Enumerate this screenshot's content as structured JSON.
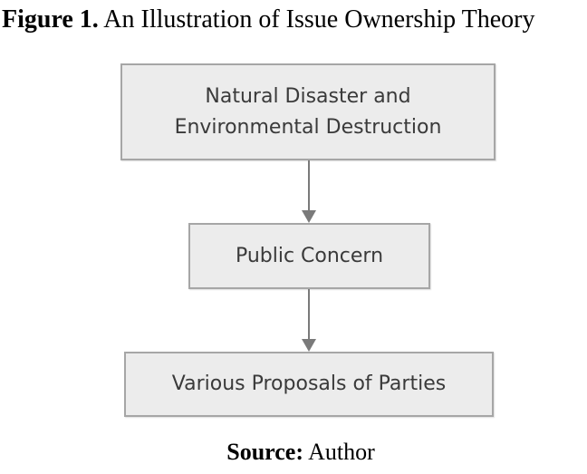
{
  "figure": {
    "caption_label": "Figure 1.",
    "caption_text": " An Illustration of Issue Ownership Theory"
  },
  "diagram": {
    "type": "flowchart",
    "direction": "top-down",
    "nodes": [
      {
        "id": "natural-disaster",
        "label": "Natural Disaster and Environmental Destruction"
      },
      {
        "id": "public-concern",
        "label": "Public Concern"
      },
      {
        "id": "various-proposals",
        "label": "Various Proposals of Parties"
      }
    ],
    "edges": [
      {
        "from": "natural-disaster",
        "to": "public-concern",
        "style": "arrow-down"
      },
      {
        "from": "public-concern",
        "to": "various-proposals",
        "style": "arrow-down"
      }
    ]
  },
  "source": {
    "label": "Source:",
    "value": " Author"
  },
  "theme": {
    "box_fill": "#ececec",
    "box_border": "#a6a6a6",
    "arrow_color": "#7a7a7a",
    "box_text_color": "#3a3a3a",
    "caption_color": "#000000",
    "page_bg": "#ffffff"
  }
}
